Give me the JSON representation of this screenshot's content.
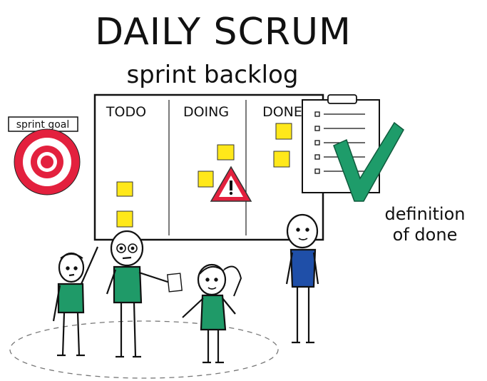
{
  "title": "DAILY SCRUM",
  "subtitle": "sprint backlog",
  "board": {
    "columns": [
      "TODO",
      "DOING",
      "DONE"
    ]
  },
  "sprint_goal": {
    "label": "sprint goal"
  },
  "definition_of_done": {
    "line1": "definition",
    "line2": "of done"
  },
  "colors": {
    "sticky_note": "#ffe81a",
    "target_red": "#e3213e",
    "check_green": "#1e9c6a",
    "shirt_green": "#1f9a68",
    "shirt_blue": "#1f4fa8",
    "warning_red": "#e3213e"
  },
  "icons": [
    "target-icon",
    "clipboard-icon",
    "checkmark-icon",
    "warning-icon"
  ]
}
